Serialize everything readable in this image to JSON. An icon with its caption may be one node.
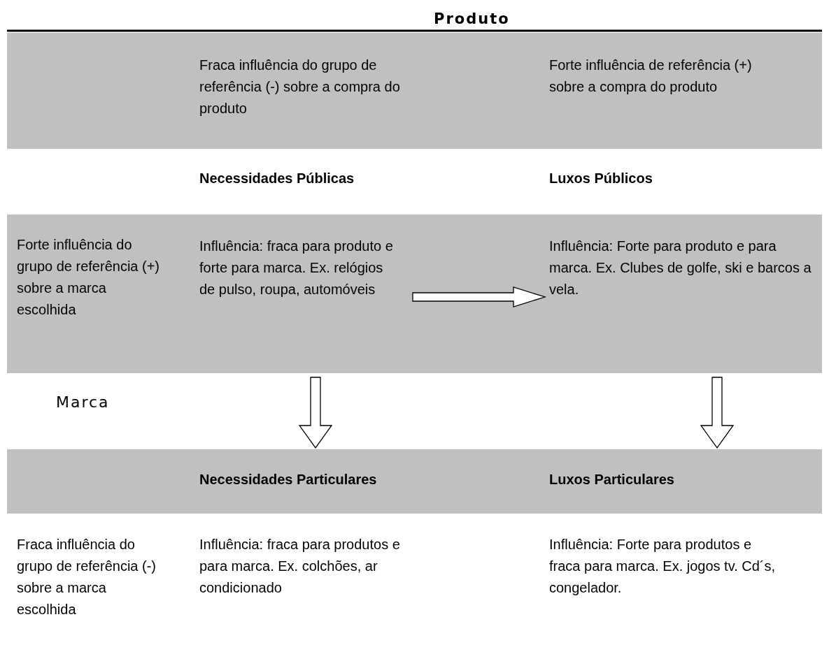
{
  "diagram": {
    "nodes": [
      {
        "text": [
          "Influência: fraca para produto e forte para marca. Ex. relógios de pulso, roupa, automóveis"
        ]
      },
      {
        "text": [
          "Influência: Forte para produto e para marca. Ex. Clubes de golfe, ski e barcos a vela."
        ]
      },
      {
        "text": [
          "Necessidades Particulares"
        ]
      },
      {
        "text": [
          "Luxos Particulares"
        ]
      }
    ],
    "edges": [
      {
        "from": 0,
        "to": 1,
        "arrow": "to"
      },
      {
        "from": 0,
        "to": 2,
        "arrow": "to"
      },
      {
        "from": 1,
        "to": 3,
        "arrow": "to"
      }
    ],
    "labels": [
      "Produto",
      "Fraca influência do grupo de referência (-) sobre a compra do produto",
      "Forte influência de referência (+) sobre a compra do produto",
      "Necessidades Públicas",
      "Luxos Públicos",
      "Forte influência do grupo de referência (+) sobre a marca escolhida",
      "Marca",
      "Fraca influência do grupo de referência (-) sobre a marca escolhida",
      "Influência: fraca para produtos e para marca. Ex. colchões, ar condicionado",
      "Influência: Forte para produtos e fraca para marca. Ex. jogos tv. Cd´s, congelador."
    ]
  }
}
